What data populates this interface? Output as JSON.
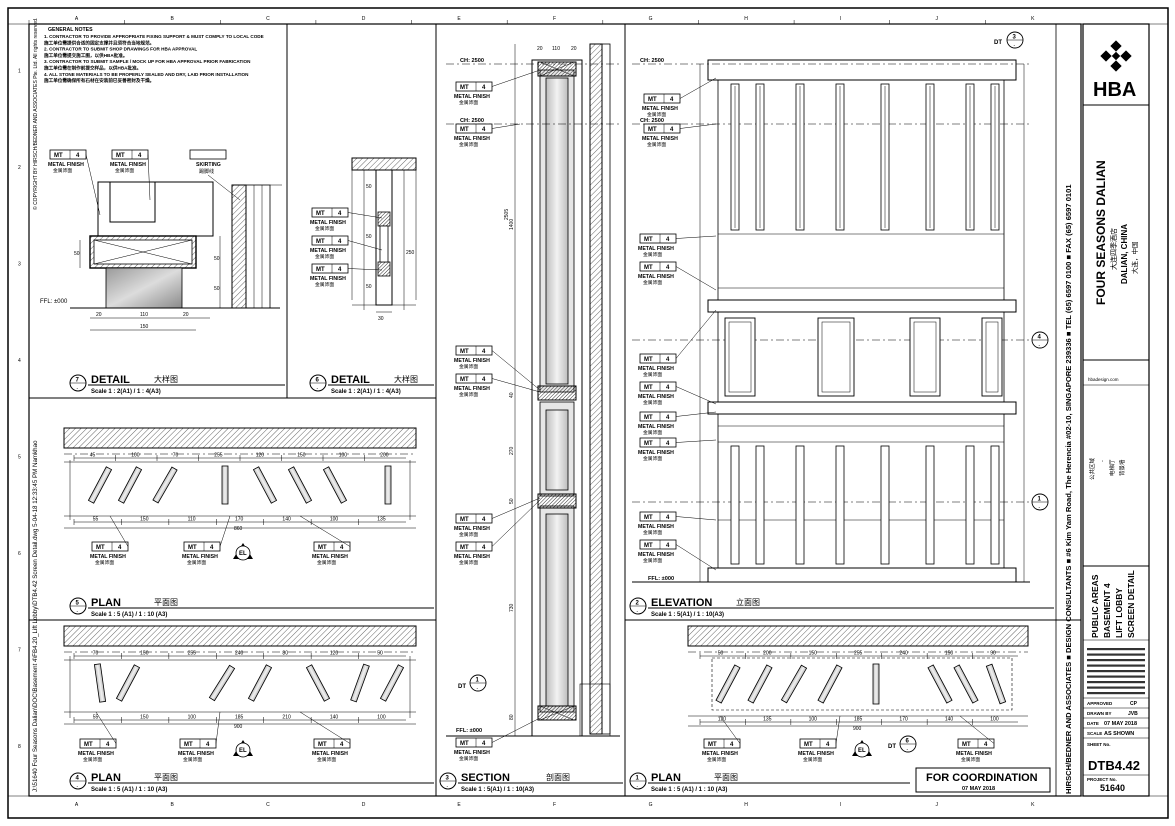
{
  "notes": {
    "title": "GENERAL NOTES",
    "items": [
      "1. CONTRACTOR TO PROVIDE APPROPRIATE FIXING SUPPORT & MUST COMPLY TO LOCAL CODE",
      "施工单位需提供合适的固定支撑并且须符合当地规范。",
      "2. CONTRACTOR TO SUBMIT SHOP DRAWINGS FOR HBA APPROVAL",
      "施工单位需提交施工图，以供HBA批准。",
      "3. CONTRACTOR TO SUBMIT SAMPLE / MOCK UP FOR HBA APPROVAL PRIOR FABRICATION",
      "施工单位需在制作前提交样品，以供HBA批准。",
      "4. ALL STONE MATERIALS TO BE PROPERLY SEALED AND DRY, LAID PRIOR INSTALLATION",
      "施工单位需确保所有石材在安装前已妥善密封及干燥。"
    ]
  },
  "tag": {
    "code": "MT",
    "num": "4",
    "en": "METAL FINISH",
    "cn": "金属饰面"
  },
  "skirting": {
    "en": "SKIRTING",
    "cn": "踢脚线"
  },
  "ffl": "FFL: ±000",
  "ch": "CH: 2500",
  "dt": "DT",
  "el": "EL",
  "views": [
    {
      "num": "7",
      "title": "DETAIL",
      "cn": "大样图",
      "scale": "Scale 1 : 2(A1) / 1 : 4(A3)"
    },
    {
      "num": "6",
      "title": "DETAIL",
      "cn": "大样图",
      "scale": "Scale 1 : 2(A1) / 1 : 4(A3)"
    },
    {
      "num": "5",
      "title": "PLAN",
      "cn": "平面图",
      "scale": "Scale 1 : 5 (A1) / 1 : 10 (A3)"
    },
    {
      "num": "4",
      "title": "PLAN",
      "cn": "平面图",
      "scale": "Scale 1 : 5 (A1) / 1 : 10 (A3)"
    },
    {
      "num": "3",
      "title": "SECTION",
      "cn": "剖面图",
      "scale": "Scale 1 : 5(A1) / 1 : 10(A3)"
    },
    {
      "num": "2",
      "title": "ELEVATION",
      "cn": "立面图",
      "scale": "Scale 1 : 5(A1) / 1 : 10(A3)"
    },
    {
      "num": "1",
      "title": "PLAN",
      "cn": "平面图",
      "scale": "Scale 1 : 5 (A1) / 1 : 10 (A3)"
    }
  ],
  "dims": {
    "detail7": [
      "20",
      "110",
      "20",
      "150",
      "50",
      "50",
      "50"
    ],
    "detail6": [
      "50",
      "50",
      "50",
      "30",
      "250"
    ],
    "plan5_top": [
      "45",
      "100",
      "70",
      "255",
      "120",
      "150",
      "100",
      "200"
    ],
    "plan5_bottom": [
      "55",
      "150",
      "110",
      "170",
      "140",
      "100",
      "135",
      "860"
    ],
    "plan4_top": [
      "70",
      "150",
      "255",
      "240",
      "80",
      "120",
      "50"
    ],
    "plan4_bottom": [
      "55",
      "150",
      "100",
      "185",
      "210",
      "140",
      "100",
      "900"
    ],
    "plan1_top": [
      "50",
      "200",
      "150",
      "255",
      "240",
      "150",
      "90"
    ],
    "plan1_bottom": [
      "120",
      "135",
      "100",
      "185",
      "170",
      "140",
      "100",
      "900"
    ],
    "section_top": [
      "20",
      "110",
      "20"
    ],
    "section_side": [
      "1400",
      "2505",
      "40",
      "270",
      "50",
      "730",
      "80"
    ]
  },
  "title_block": {
    "logo": "HBA",
    "project_en": "FOUR SEASONS DALIAN",
    "project_cn": "大连四季酒店",
    "location_en": "DALIAN, CHINA",
    "location_cn": "大连，中国",
    "website": "hbadesign.com",
    "area_cn": [
      "公共区域",
      "-",
      "电梯厅",
      "背景墙"
    ],
    "sheet_title": [
      "PUBLIC AREAS",
      "BASEMENT 4",
      "LIFT LOBBY",
      "SCREEN DETAIL"
    ],
    "approved_label": "APPROVED",
    "approved": "CP",
    "drawn_label": "DRAWN BY",
    "drawn": "JVB",
    "date_label": "DATE",
    "date": "07 MAY 2018",
    "scale_label": "SCALE",
    "scale": "AS SHOWN",
    "sheet_no_label": "SHEET No.",
    "sheet_no": "DTB4.42",
    "project_no_label": "PROJECT No.",
    "project_no": "51640"
  },
  "firm_strip": "HIRSCH/BEDNER AND ASSOCIATES  ■  DESIGN CONSULTANTS  ■  #6 Kim Yam Road, The Herencia #02-10, SINGAPORE 239336  ■  TEL (65) 6597 0100  ■  FAX (65) 6597 0101",
  "left_strip": "J:\\51640 Four Seasons Dalian\\DOC\\Basement 4\\FB4.20_Lift Lobby\\DTB4.42 Screen Detail.dwg  5-04-18  12:33:45 PM  Namkhao",
  "copyright": "© COPYRIGHT BY HIRSCH/BEDNER AND ASSOCIATES Pte. Ltd. All rights reserved.",
  "coordination": "FOR COORDINATION",
  "coordination_date": "07 MAY 2018",
  "grid": [
    "A",
    "B",
    "C",
    "D",
    "E",
    "F",
    "G",
    "H",
    "I",
    "J",
    "K"
  ]
}
